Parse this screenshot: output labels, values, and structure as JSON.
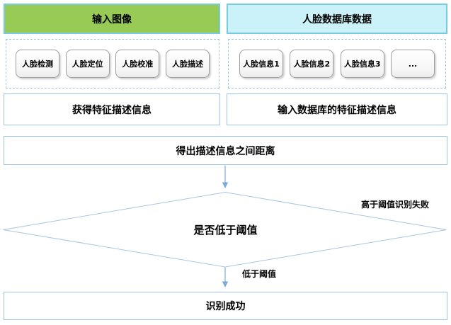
{
  "left_branch": {
    "header": "输入图像",
    "steps": [
      "人脸检测",
      "人脸定位",
      "人脸校准",
      "人脸描述"
    ],
    "result": "获得特征描述信息"
  },
  "right_branch": {
    "header": "人脸数据库数据",
    "steps": [
      "人脸信息1",
      "人脸信息2",
      "人脸信息3",
      "..."
    ],
    "result": "输入数据库的特征描述信息"
  },
  "flow": {
    "distance": "得出描述信息之间距离",
    "decision": "是否低于阈值",
    "above_threshold_label": "高于阈值识别失败",
    "below_threshold_label": "低于阈值",
    "success": "识别成功"
  },
  "colors": {
    "header_left_fill": "#97cb55",
    "header_right_fill": "#ccf2f9",
    "header_border": "#77cbdc",
    "process_border": "#9dc3e6",
    "dashed_border": "#9dc3e6",
    "arrow": "#7aa9d8",
    "step_border": "#9e9e9e",
    "text": "#000000"
  }
}
